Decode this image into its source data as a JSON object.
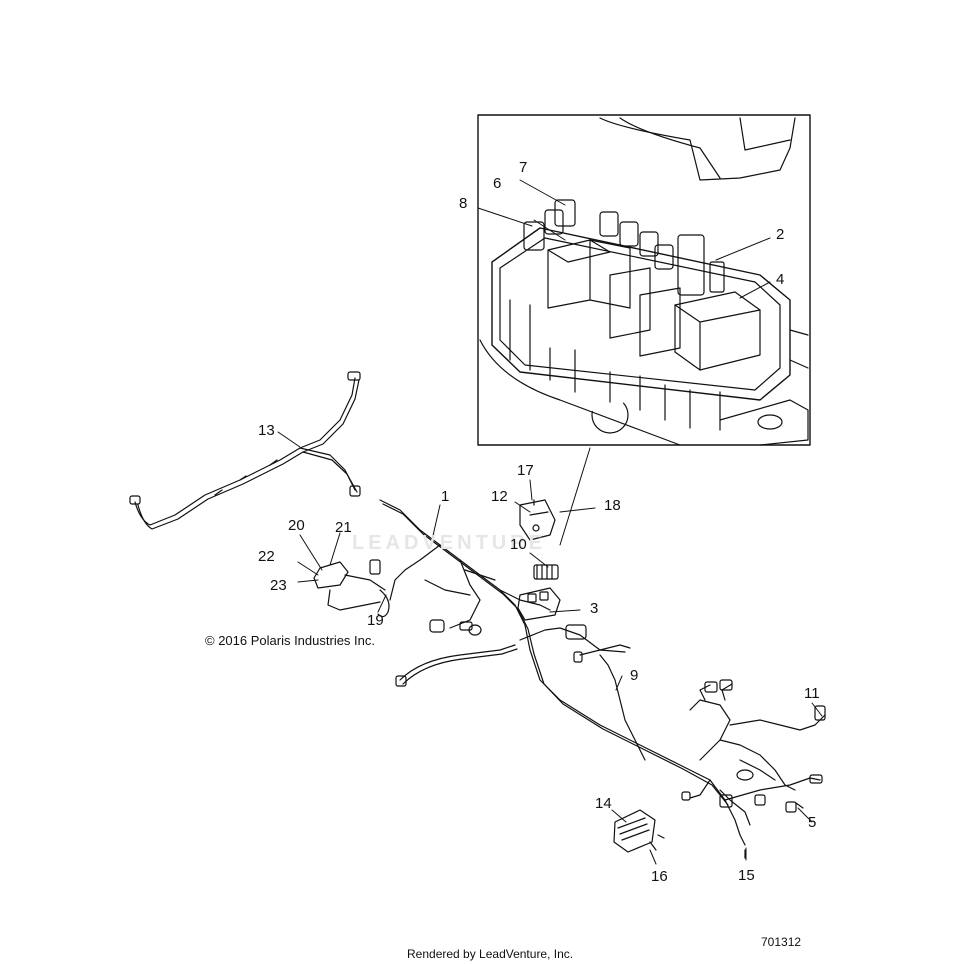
{
  "callouts": {
    "c1": "1",
    "c2": "2",
    "c3": "3",
    "c4": "4",
    "c5": "5",
    "c6": "6",
    "c7": "7",
    "c8": "8",
    "c9": "9",
    "c10": "10",
    "c11": "11",
    "c12": "12",
    "c13": "13",
    "c14": "14",
    "c15": "15",
    "c16": "16",
    "c17": "17",
    "c18": "18",
    "c19": "19",
    "c20": "20",
    "c21": "21",
    "c22": "22",
    "c23": "23"
  },
  "copyright": "© 2016 Polaris Industries Inc.",
  "rendered_by": "Rendered by LeadVenture, Inc.",
  "diagram_number": "701312",
  "watermark": "LEADVENTURE",
  "colors": {
    "line": "#111111",
    "watermark": "#e6e6e6"
  }
}
